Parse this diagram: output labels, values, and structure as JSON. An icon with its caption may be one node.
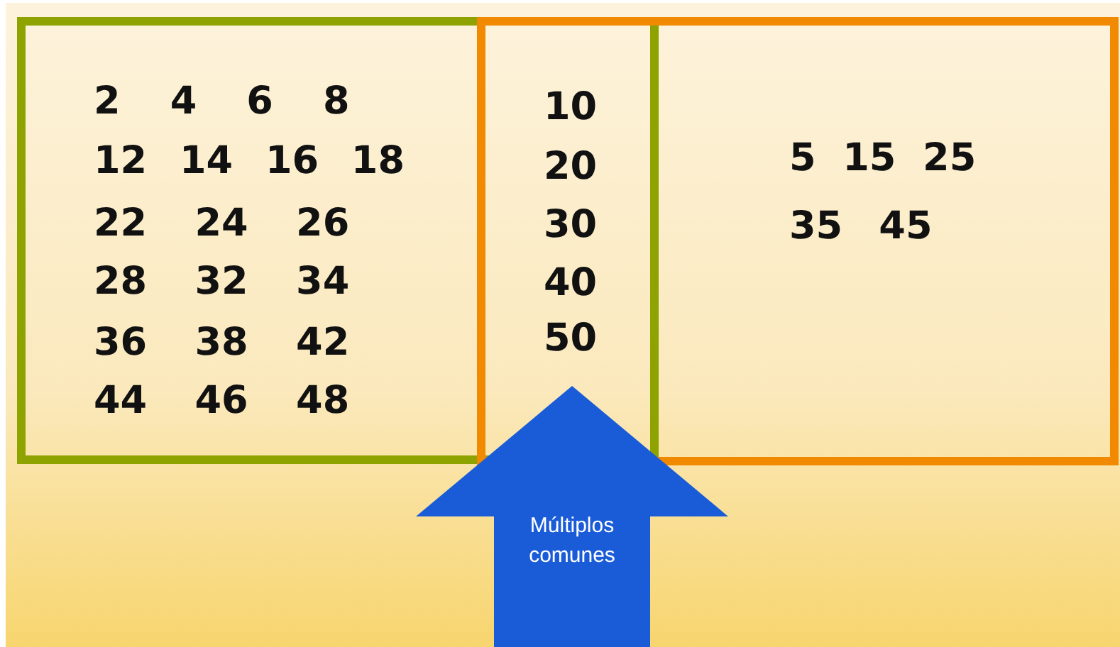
{
  "diagram": {
    "nodes": [
      {
        "text": [
          "2 4 6 8",
          "12 14 16 18",
          "22 24 26",
          "28 32 34",
          "36 38 42",
          "44 46 48"
        ]
      },
      {
        "text": [
          "5 15 25",
          "35 45"
        ]
      },
      {
        "text": [
          "Múltiplos comunes"
        ]
      }
    ],
    "labels": [
      "10",
      "20",
      "30",
      "40",
      "50"
    ]
  }
}
